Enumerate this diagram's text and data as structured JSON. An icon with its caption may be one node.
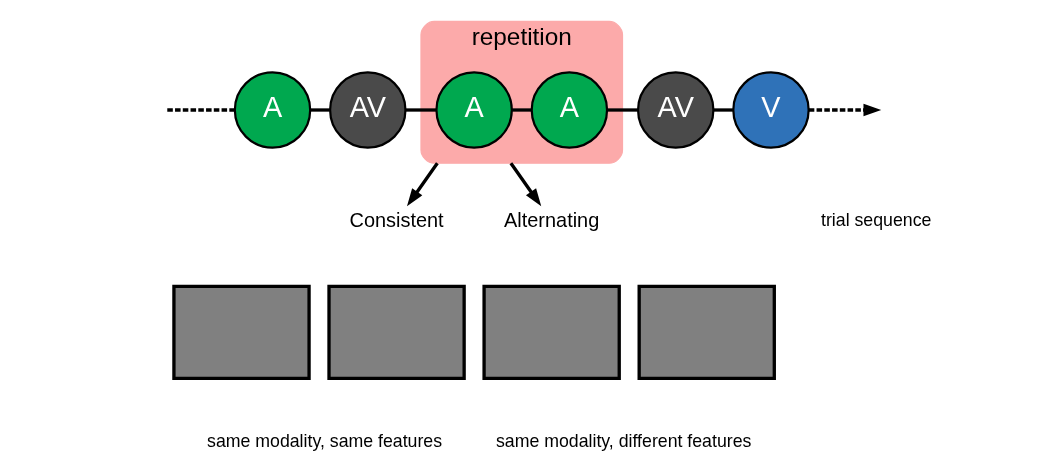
{
  "diagram": {
    "nodes": [
      {
        "text": [
          "A"
        ]
      },
      {
        "text": [
          "AV"
        ]
      },
      {
        "text": [
          "repetition"
        ]
      },
      {
        "text": [
          "A"
        ],
        "in": 2
      },
      {
        "text": [
          "A"
        ],
        "in": 2
      },
      {
        "text": [
          "AV"
        ]
      },
      {
        "text": [
          "V"
        ]
      },
      {
        "text": [
          "Consistent"
        ]
      },
      {
        "text": [
          "Alternating"
        ]
      },
      {
        "text": [],
        "shape": "box"
      },
      {
        "text": [],
        "shape": "box"
      },
      {
        "text": [],
        "shape": "box"
      },
      {
        "text": [],
        "shape": "box"
      }
    ],
    "edges": [
      {
        "from": null,
        "to": 0,
        "arrow": "none",
        "style": "dashed"
      },
      {
        "from": 0,
        "to": 1,
        "arrow": "none"
      },
      {
        "from": 1,
        "to": 3,
        "arrow": "none"
      },
      {
        "from": 3,
        "to": 4,
        "arrow": "none"
      },
      {
        "from": 4,
        "to": 5,
        "arrow": "none"
      },
      {
        "from": 5,
        "to": 6,
        "arrow": "none"
      },
      {
        "from": 6,
        "to": null,
        "arrow": "to",
        "style": "dashed"
      },
      {
        "from": 2,
        "to": 7,
        "arrow": "to"
      },
      {
        "from": 2,
        "to": 8,
        "arrow": "to"
      }
    ],
    "labels": [
      "trial sequence",
      "same modality, same features",
      "same modality, different features"
    ]
  }
}
